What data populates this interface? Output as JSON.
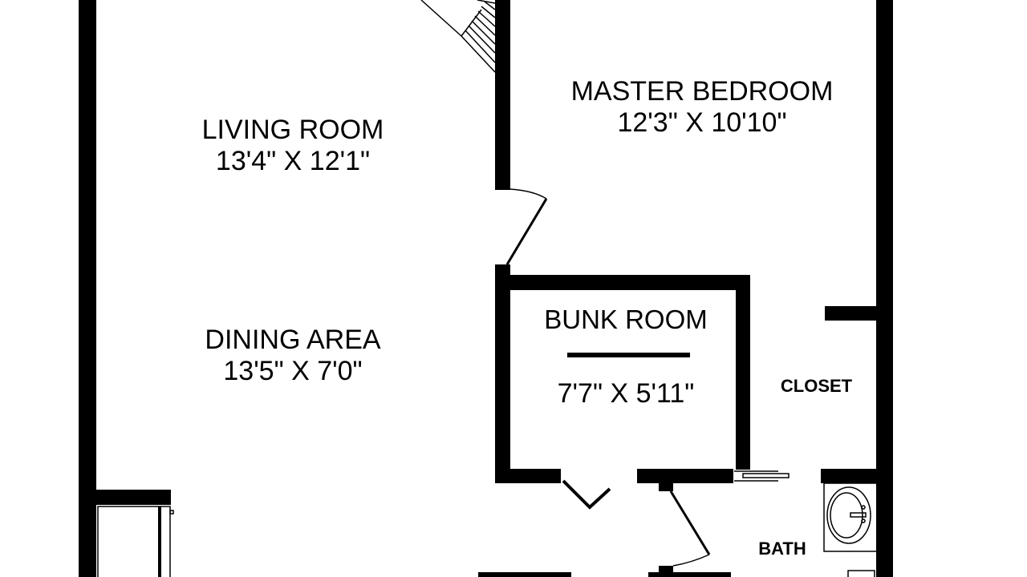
{
  "rooms": {
    "living": {
      "name": "LIVING ROOM",
      "size": "13'4\" X 12'1\""
    },
    "master": {
      "name": "MASTER BEDROOM",
      "size": "12'3\" X 10'10\""
    },
    "dining": {
      "name": "DINING AREA",
      "size": "13'5\" X 7'0\""
    },
    "bunk": {
      "name": "BUNK ROOM",
      "size": "7'7\" X 5'11\""
    },
    "closet": {
      "name": "CLOSET"
    },
    "bath": {
      "name": "BATH"
    }
  },
  "colors": {
    "wall": "#000000",
    "background": "#ffffff"
  }
}
